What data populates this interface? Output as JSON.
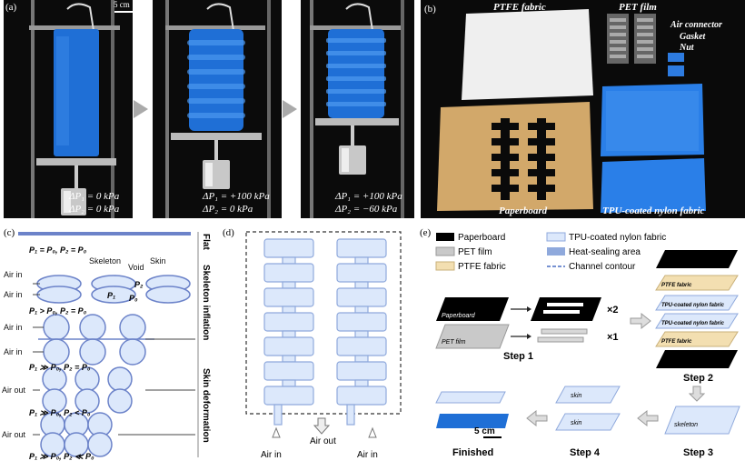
{
  "panel_a": {
    "label": "(a)",
    "scale": "5 cm",
    "photos": [
      {
        "p1": "ΔP₁ = 0 kPa",
        "p2": "ΔP₂ = 0 kPa"
      },
      {
        "p1": "ΔP₁ = +100 kPa",
        "p2": "ΔP₂ = 0 kPa"
      },
      {
        "p1": "ΔP₁ = +100 kPa",
        "p2": "ΔP₂ = −60 kPa"
      }
    ]
  },
  "panel_b": {
    "label": "(b)",
    "ptfe": "PTFE fabric",
    "pet": "PET film",
    "air_connector": "Air connector",
    "gasket": "Gasket",
    "nut": "Nut",
    "paperboard": "Paperboard",
    "tpu": "TPU-coated nylon fabric"
  },
  "panel_c": {
    "label": "(c)",
    "flat": "Flat",
    "skeleton_inflation": "Skeleton inflation",
    "skin_deformation": "Skin deformation",
    "skeleton": "Skeleton",
    "void": "Void",
    "skin": "Skin",
    "air_in": "Air in",
    "air_out": "Air out",
    "eq1": "P₁ = P₀, P₂ = P₀",
    "eq2": "P₁ > P₀, P₂ = P₀",
    "eq3": "P₁ ≫ P₀, P₂ = P₀",
    "eq4": "P₁ ≫ P₀, P₂ < P₀",
    "eq5": "P₁ ≫ P₀, P₂ ≪ P₀",
    "p1": "P₁",
    "p2": "P₂",
    "p0": "P₀"
  },
  "panel_d": {
    "label": "(d)",
    "air_in_left": "Air in",
    "air_out": "Air out",
    "air_in_right": "Air in"
  },
  "panel_e": {
    "label": "(e)",
    "legend": {
      "paperboard": "Paperboard",
      "pet": "PET film",
      "ptfe": "PTFE fabric",
      "tpu": "TPU-coated nylon fabric",
      "heat": "Heat-sealing area",
      "channel": "Channel contour"
    },
    "x2": "×2",
    "x1": "×1",
    "paperboard_sheet": "Paperboard",
    "pet_sheet": "PET film",
    "step1": "Step 1",
    "step2": "Step 2",
    "step3": "Step 3",
    "step4": "Step 4",
    "finished": "Finished",
    "scale": "5 cm",
    "stack": [
      "PTFE fabric",
      "TPU-coated nylon fabric",
      "TPU-coated nylon fabric",
      "PTFE fabric"
    ],
    "skin": "skin",
    "skeleton": "skeleton"
  },
  "colors": {
    "bag_blue": "#1f6fd6",
    "light_blue": "#dce8fb",
    "seal_blue": "#8fa9dc",
    "ptfe": "#f3dfb1",
    "paperboard_photo": "#d2a86a"
  }
}
